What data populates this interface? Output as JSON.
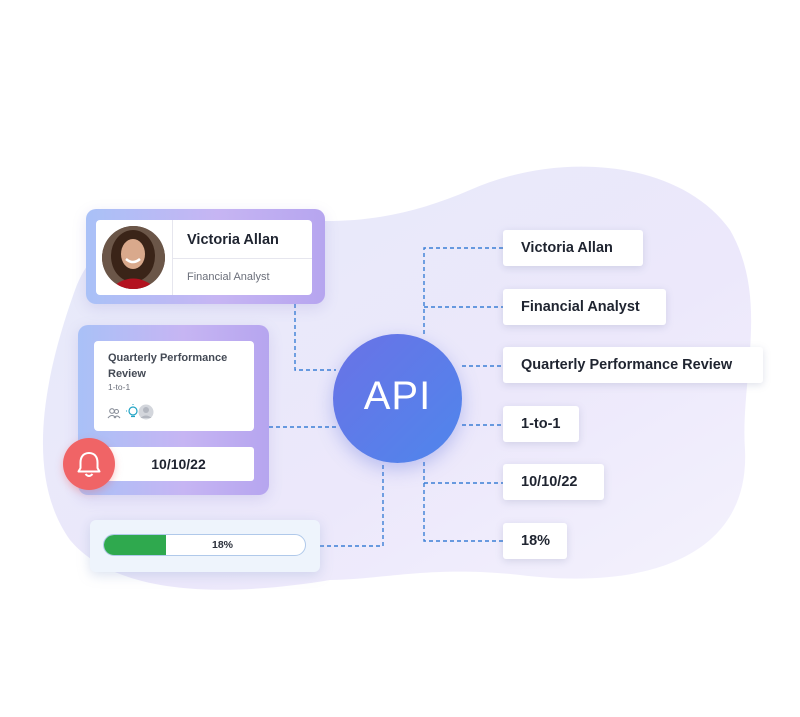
{
  "profile": {
    "name": "Victoria Allan",
    "role": "Financial Analyst"
  },
  "review": {
    "title": "Quarterly Performance Review",
    "type": "1-to-1",
    "date": "10/10/22"
  },
  "progress": {
    "label": "18%",
    "fraction": 0.31
  },
  "api": {
    "label": "API"
  },
  "outputs": [
    "Victoria Allan",
    "Financial Analyst",
    "Quarterly Performance Review",
    "1-to-1",
    "10/10/22",
    "18%"
  ],
  "colors": {
    "api_start": "#6a72e6",
    "api_end": "#4f86ec",
    "connector": "#3b7fd6",
    "progress_fill": "#2fa94e",
    "bell": "#f06466"
  },
  "icons": [
    "people-icon",
    "lightbulb-icon",
    "user-avatar-icon",
    "bell-icon"
  ]
}
